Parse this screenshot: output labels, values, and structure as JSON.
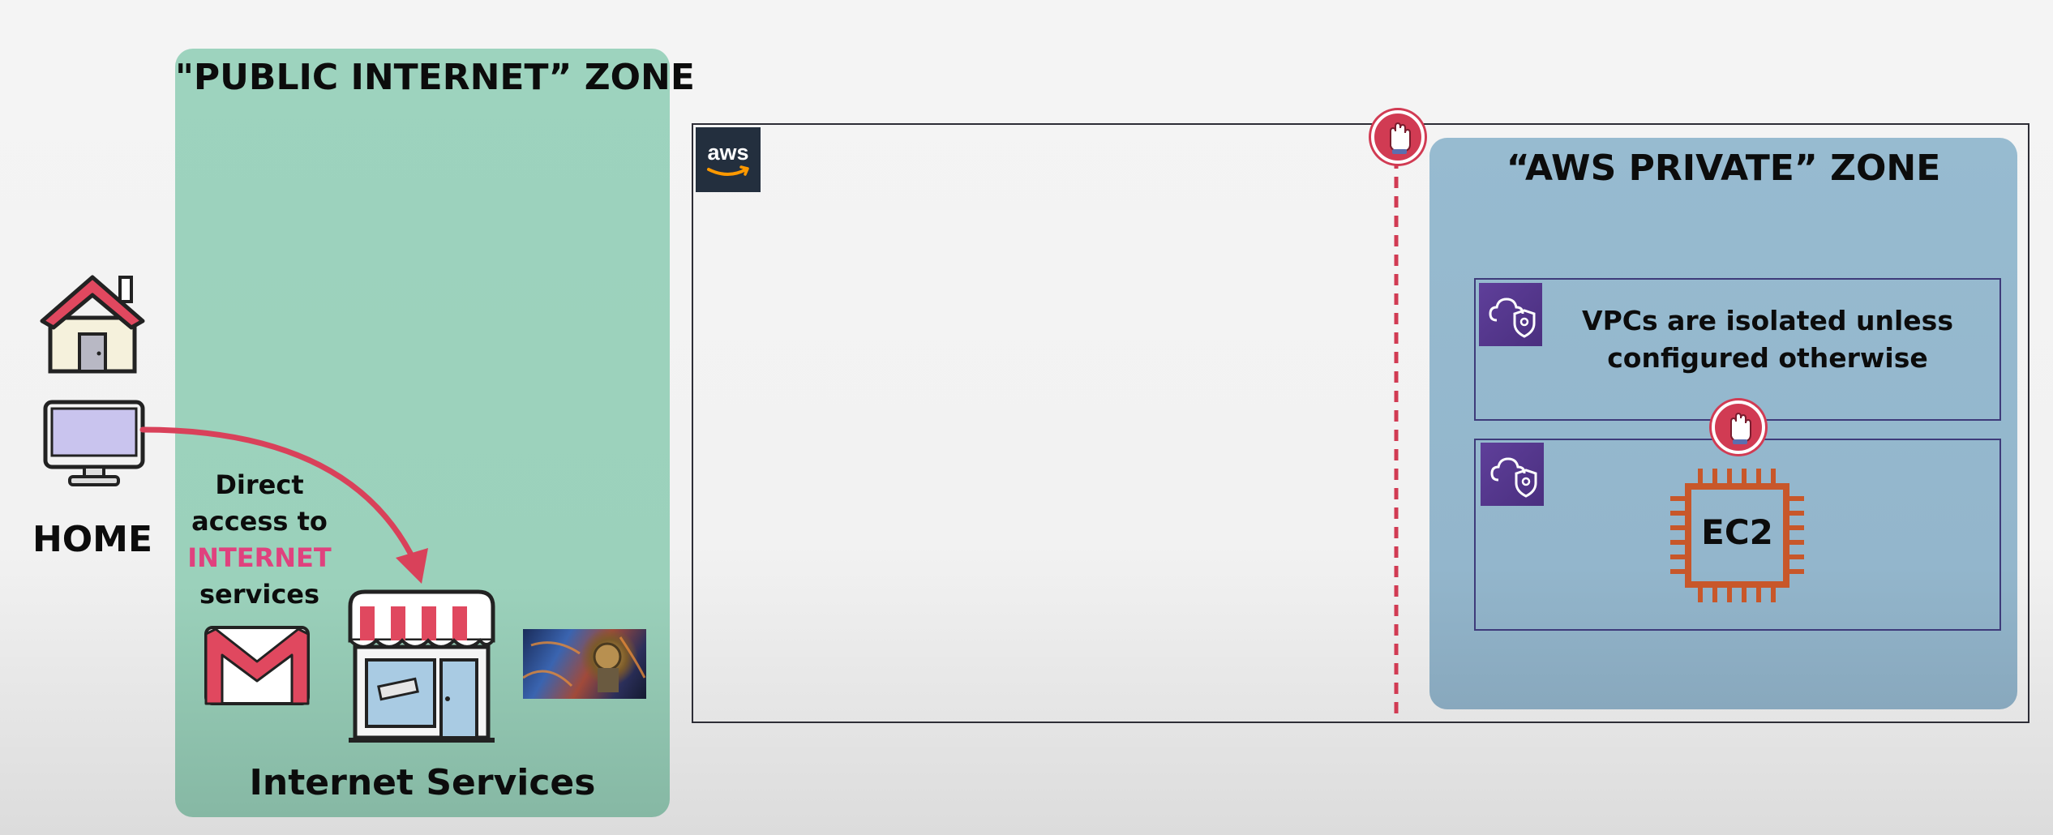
{
  "public_zone": {
    "title": "\"PUBLIC INTERNET” ZONE",
    "footer": "Internet Services"
  },
  "home": {
    "label": "HOME"
  },
  "direct_access": {
    "line1": "Direct",
    "line2": "access to",
    "line3": "INTERNET",
    "line4": "services"
  },
  "aws": {
    "logo_text": "aws"
  },
  "private_zone": {
    "title": "“AWS PRIVATE” ZONE",
    "vpc_note_line1": "VPCs are isolated unless",
    "vpc_note_line2": "configured otherwise",
    "ec2_label": "EC2"
  },
  "colors": {
    "public_zone": "#9dd3be",
    "private_zone": "#97bbd0",
    "accent_pink": "#e0417e",
    "arrow_red": "#d9415a",
    "ec2_orange": "#c8572a",
    "vpc_purple": "#5f3f9a"
  },
  "icons": [
    "house-icon",
    "computer-icon",
    "gmail-icon",
    "storefront-icon",
    "game-thumbnail",
    "aws-logo",
    "vpc-icon",
    "block-hand-icon",
    "ec2-chip-icon"
  ]
}
